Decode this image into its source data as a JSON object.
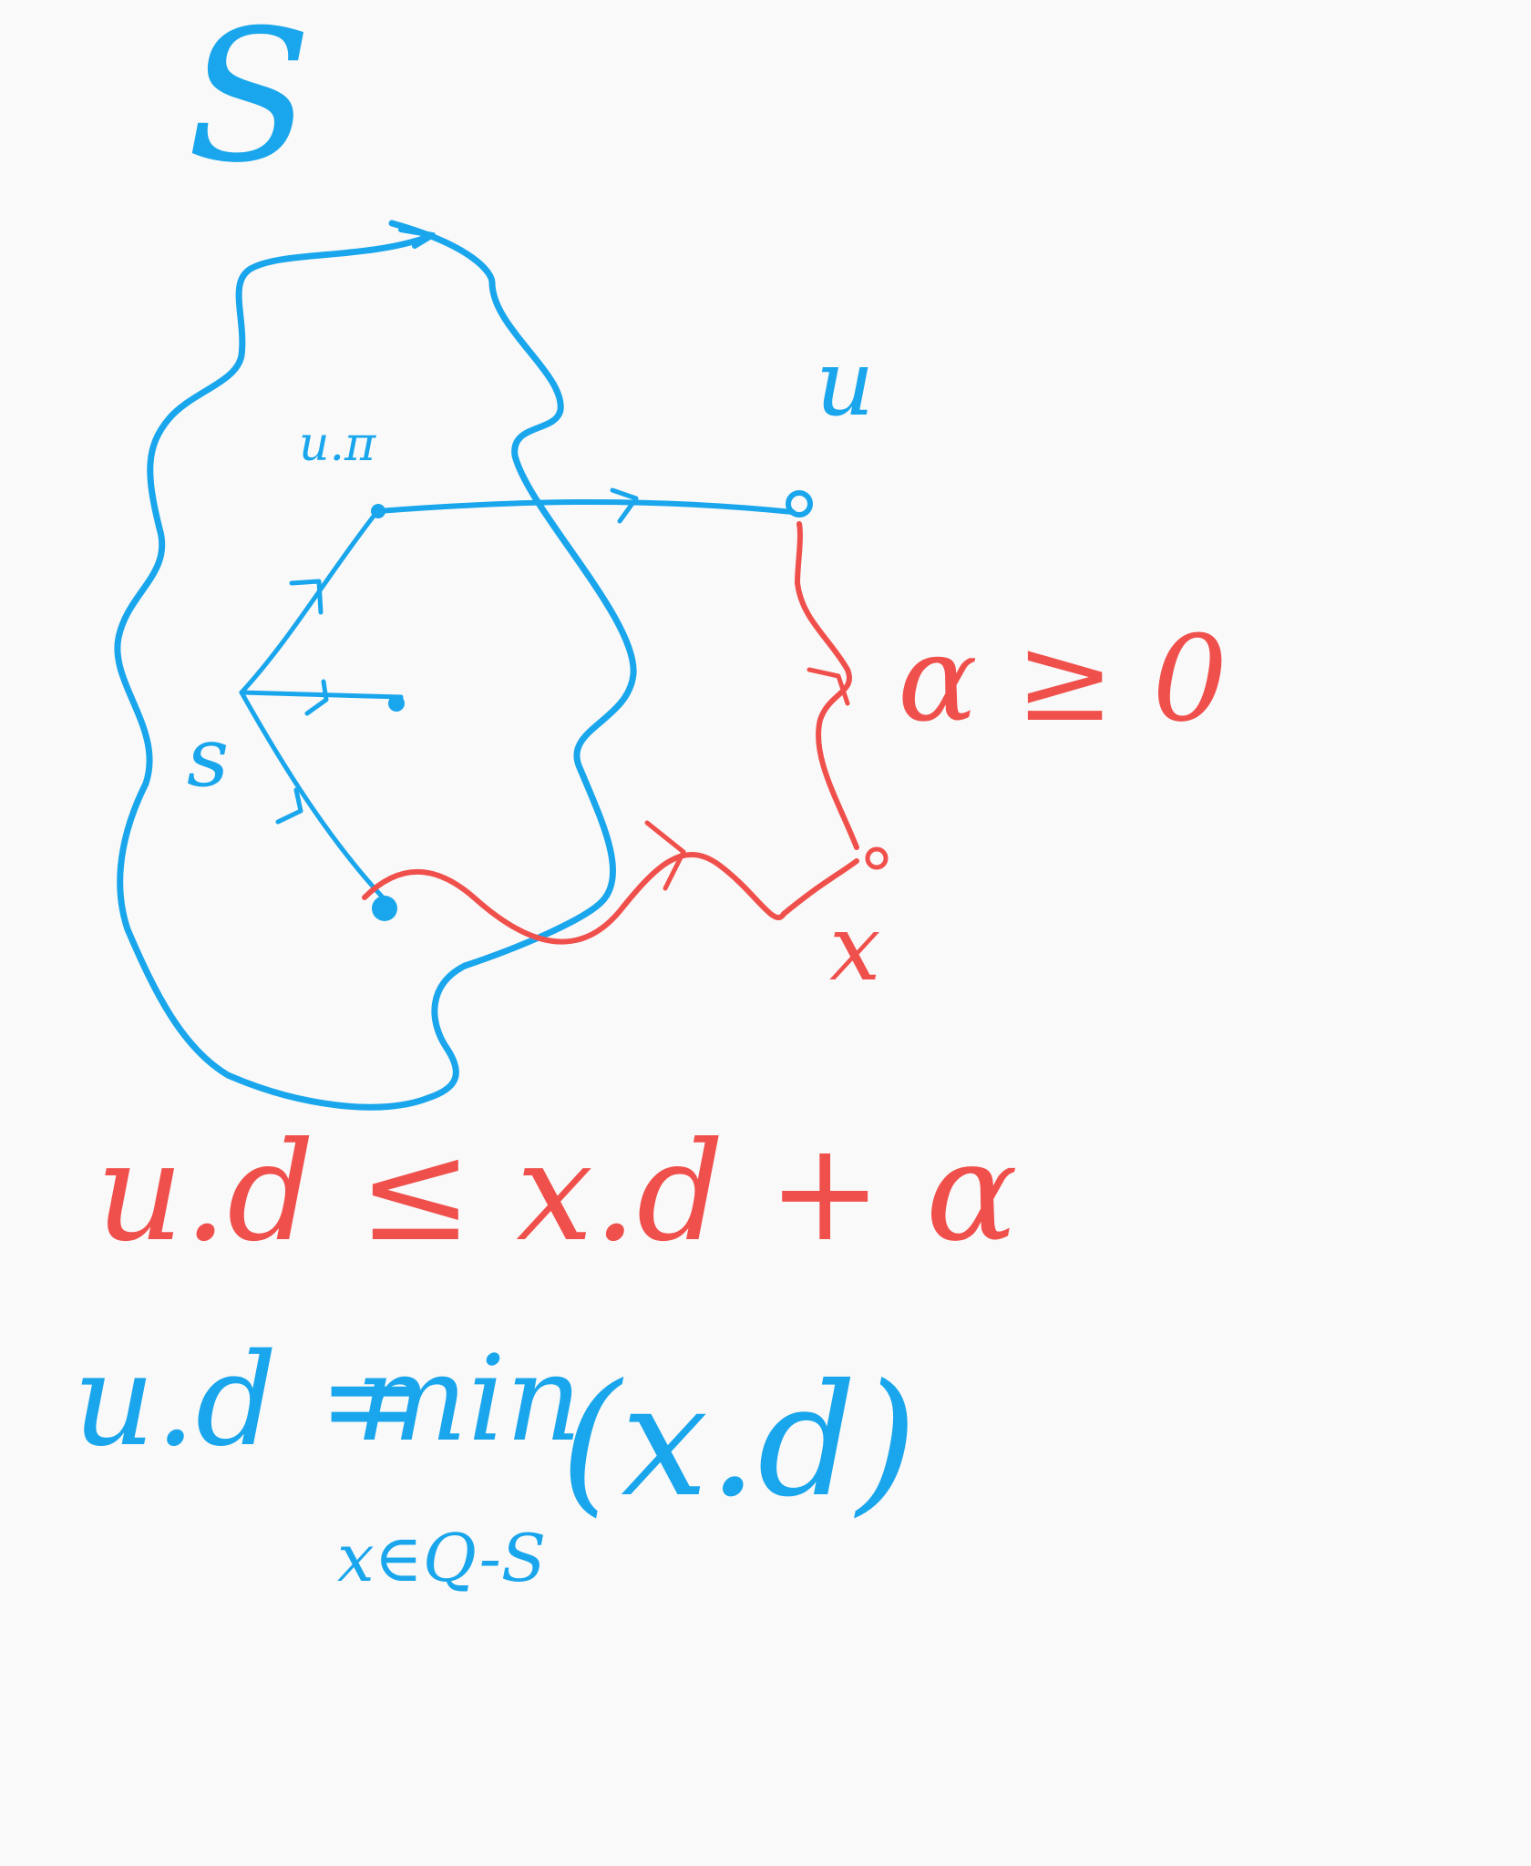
{
  "colors": {
    "background": "#f9f9f9",
    "blue_ink": "#1aa6ec",
    "red_ink": "#f0504c"
  },
  "labels": {
    "set_label": "S",
    "source_label": "s",
    "u_label": "u",
    "u_pi_label": "u.π",
    "x_label": "x",
    "alpha_cond": "α ≥ 0"
  },
  "equations": {
    "inequality": "u.d ≤ x.d + α",
    "min_lhs": "u.d =",
    "min_fn": "min",
    "min_arg": "(x.d)",
    "min_subscript": "x∈Q-S"
  }
}
